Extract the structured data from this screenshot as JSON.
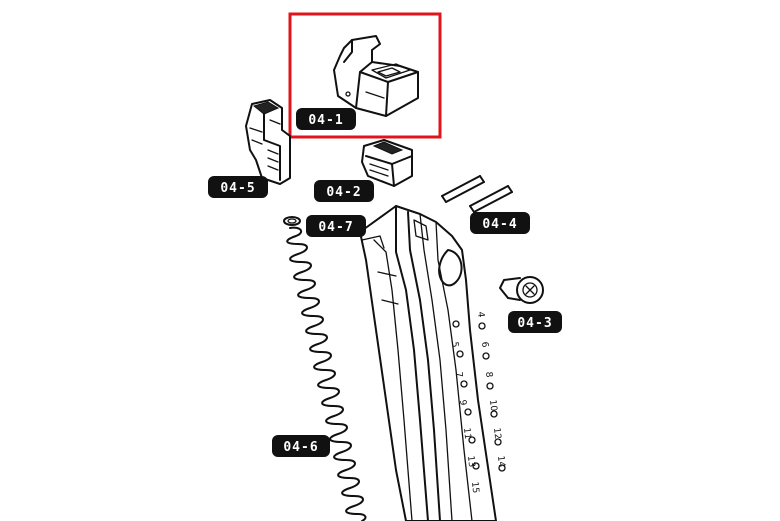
{
  "diagram": {
    "highlight_color": "#e0141b",
    "part_labels": {
      "p04_1": "04-1",
      "p04_2": "04-2",
      "p04_3": "04-3",
      "p04_4": "04-4",
      "p04_5": "04-5",
      "p04_6": "04-6",
      "p04_7": "04-7"
    },
    "mag_scale_left": [
      "5",
      "7",
      "9",
      "11",
      "13",
      "15"
    ],
    "mag_scale_right": [
      "4",
      "6",
      "8",
      "10",
      "12",
      "14"
    ]
  }
}
